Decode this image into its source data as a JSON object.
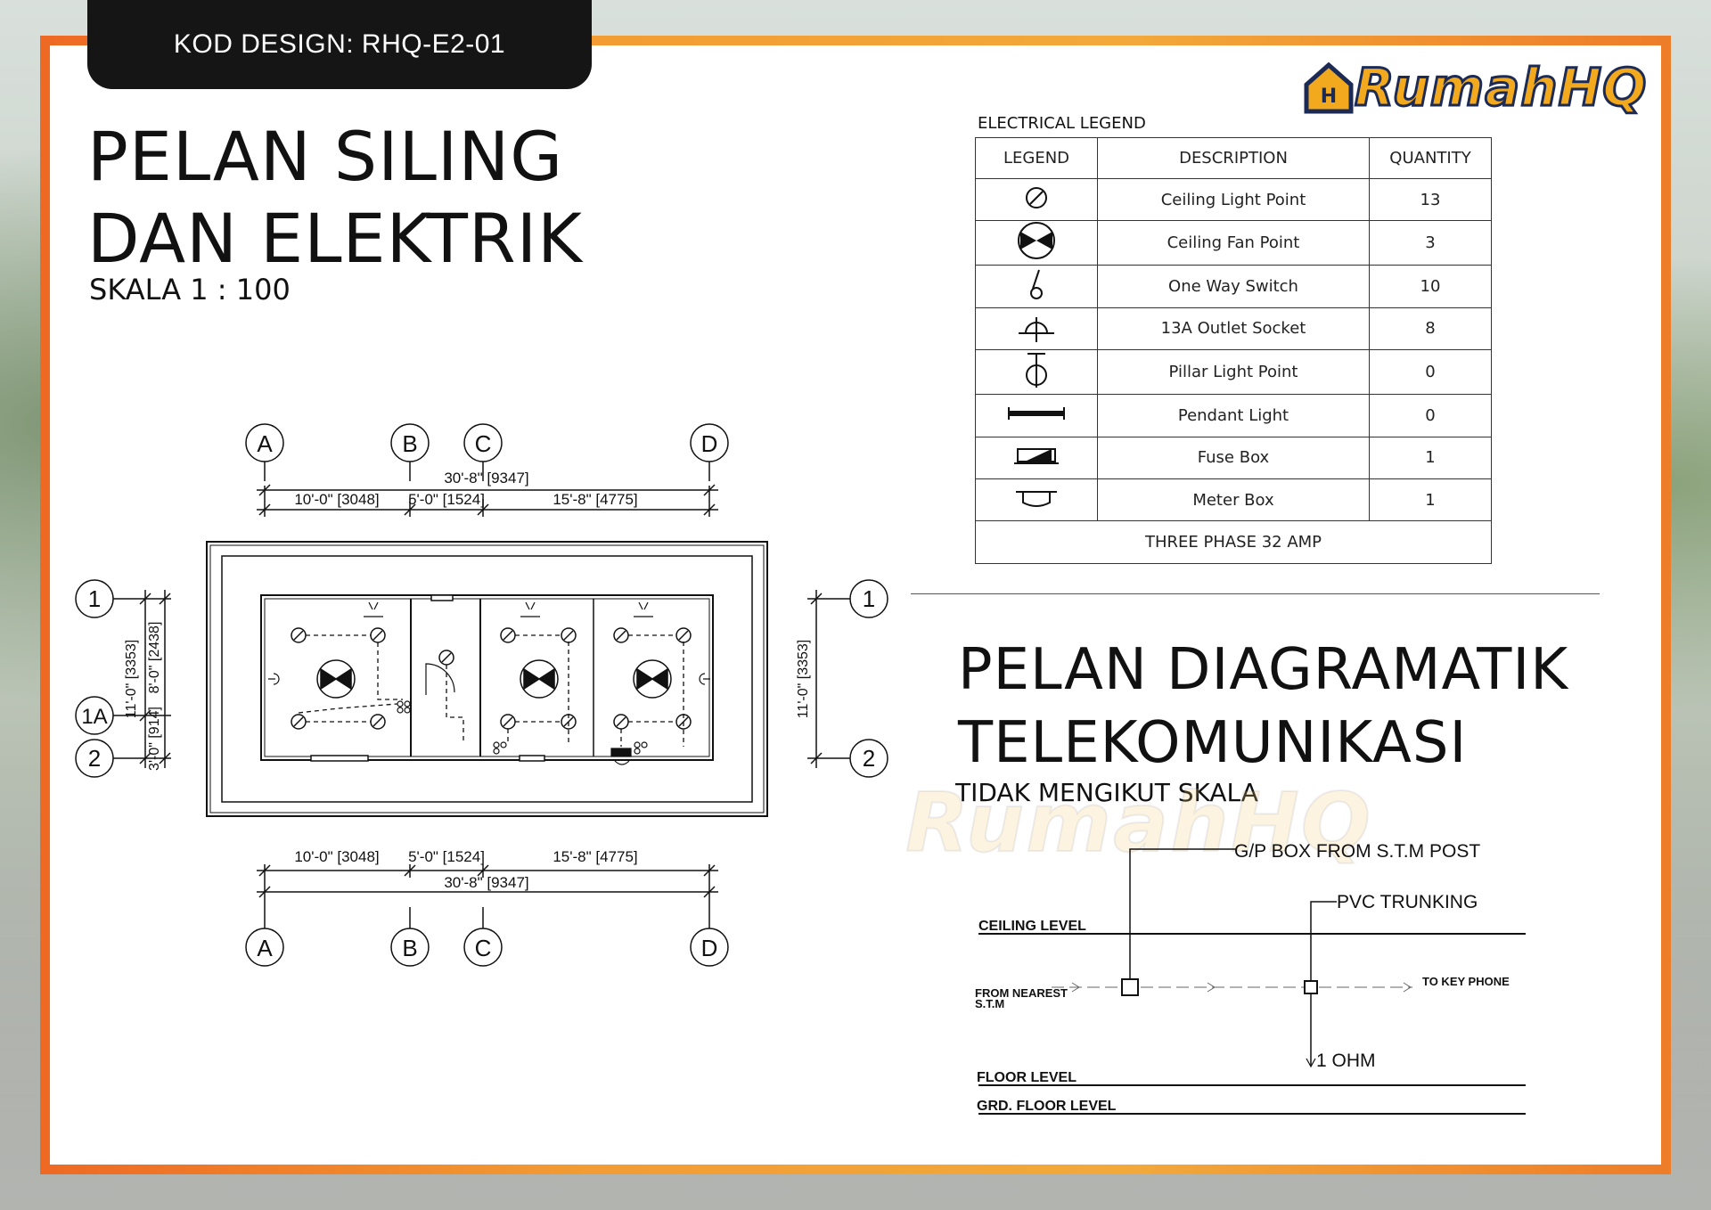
{
  "code_tab": "KOD DESIGN: RHQ-E2-01",
  "logo": {
    "text": "RumahHQ",
    "icon": "house-hq-icon"
  },
  "plan": {
    "title_line1": "PELAN SILING",
    "title_line2": "DAN ELEKTRIK",
    "scale": "SKALA 1 : 100",
    "grid_cols": [
      "A",
      "B",
      "C",
      "D"
    ],
    "grid_rows": [
      "1",
      "1A",
      "2"
    ],
    "top_overall": "30'-8\" [9347]",
    "top_dims": [
      "10'-0\" [3048]",
      "5'-0\" [1524]",
      "15'-8\" [4775]"
    ],
    "bottom_dims": [
      "10'-0\" [3048]",
      "5'-0\" [1524]",
      "15'-8\" [4775]"
    ],
    "bottom_overall": "30'-8\" [9347]",
    "left_dims": [
      "11'-0\" [3353]",
      "8'-0\" [2438]",
      "3'-0\" [914]"
    ],
    "right_dim": "11'-0\" [3353]"
  },
  "legend": {
    "title": "ELECTRICAL LEGEND",
    "headers": [
      "LEGEND",
      "DESCRIPTION",
      "QUANTITY"
    ],
    "rows": [
      {
        "symbol": "ceiling-light-symbol",
        "description": "Ceiling Light Point",
        "quantity": "13"
      },
      {
        "symbol": "ceiling-fan-symbol",
        "description": "Ceiling Fan Point",
        "quantity": "3"
      },
      {
        "symbol": "one-way-switch-symbol",
        "description": "One Way Switch",
        "quantity": "10"
      },
      {
        "symbol": "outlet-socket-symbol",
        "description": "13A Outlet Socket",
        "quantity": "8"
      },
      {
        "symbol": "pillar-light-symbol",
        "description": "Pillar Light Point",
        "quantity": "0"
      },
      {
        "symbol": "pendant-light-symbol",
        "description": "Pendant Light",
        "quantity": "0"
      },
      {
        "symbol": "fuse-box-symbol",
        "description": "Fuse Box",
        "quantity": "1"
      },
      {
        "symbol": "meter-box-symbol",
        "description": "Meter Box",
        "quantity": "1"
      }
    ],
    "footer": "THREE PHASE 32 AMP"
  },
  "telecom": {
    "title_line1": "PELAN DIAGRAMATIK",
    "title_line2": "TELEKOMUNIKASI",
    "subtitle": "TIDAK MENGIKUT SKALA",
    "watermark": "RumahHQ",
    "labels": {
      "gp_box": "G/P BOX FROM  S.T.M  POST",
      "pvc": "PVC TRUNKING",
      "ceiling": "CEILING  LEVEL",
      "from_nearest": "FROM  NEAREST",
      "stm": "S.T.M",
      "to_key": "TO  KEY  PHONE",
      "ohm": "1 OHM",
      "floor": "FLOOR  LEVEL",
      "grd_floor": "GRD.  FLOOR  LEVEL"
    }
  }
}
